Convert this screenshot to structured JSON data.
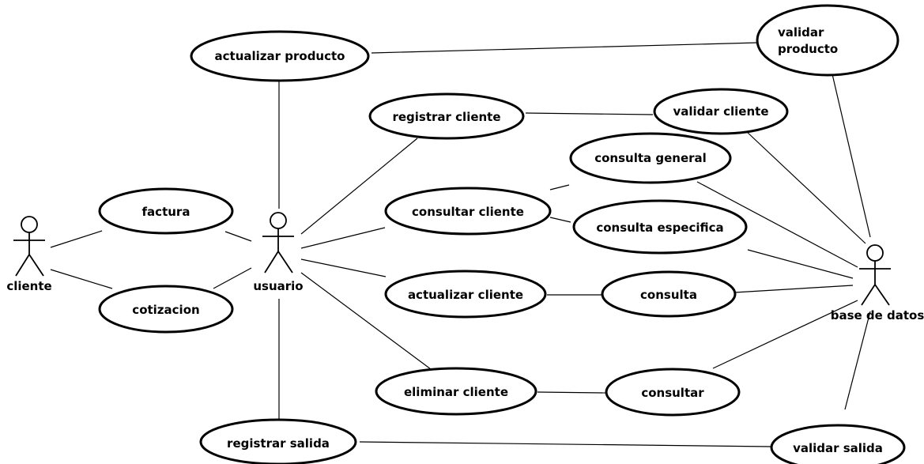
{
  "actors": {
    "cliente": "cliente",
    "usuario": "usuario",
    "base_de_datos": "base de datos"
  },
  "use_cases": {
    "actualizar_producto": "actualizar producto",
    "validar_producto_line1": "validar",
    "validar_producto_line2": "producto",
    "registrar_cliente": "registrar cliente",
    "validar_cliente": "validar cliente",
    "consulta_general": "consulta general",
    "consultar_cliente": "consultar cliente",
    "consulta_especifica": "consulta especifica",
    "factura": "factura",
    "cotizacion": "cotizacion",
    "actualizar_cliente": "actualizar cliente",
    "consulta": "consulta",
    "eliminar_cliente": "eliminar cliente",
    "consultar": "consultar",
    "validar_salida": "validar salida",
    "registrar_salida": "registrar salida"
  }
}
